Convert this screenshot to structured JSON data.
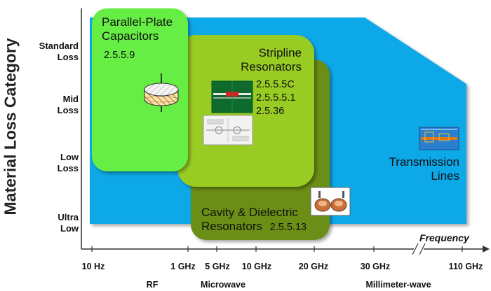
{
  "y_axis": {
    "title": "Material Loss Category",
    "categories": [
      "Standard Loss",
      "Mid Loss",
      "Low Loss",
      "Ultra Low"
    ],
    "category_lines": [
      [
        "Standard",
        "Loss"
      ],
      [
        "Mid",
        "Loss"
      ],
      [
        "Low",
        "Loss"
      ],
      [
        "Ultra",
        "Low"
      ]
    ]
  },
  "x_axis": {
    "title": "Frequency",
    "ticks": [
      "10 Hz",
      "1 GHz",
      "5 GHz",
      "10 GHz",
      "20 GHz",
      "30 GHz",
      "110 GHz"
    ],
    "bands": [
      "RF",
      "Microwave",
      "Millimeter-wave"
    ]
  },
  "regions": {
    "parallel_plate": {
      "title_lines": [
        "Parallel-Plate",
        "Capacitors"
      ],
      "codes": [
        "2.5.5.9"
      ],
      "color": "#66ee44",
      "icon": "capacitor-disk-icon"
    },
    "stripline": {
      "title_lines": [
        "Stripline",
        "Resonators"
      ],
      "codes": [
        "2.5.5.5C",
        "2.5.5.5.1",
        "2.5.36"
      ],
      "color": "#99cc22",
      "icon": "stripline-board-icon"
    },
    "cavity": {
      "title_lines": [
        "Cavity & Dielectric",
        "Resonators"
      ],
      "codes": [
        "2.5.5.13"
      ],
      "color": "#6a8e14",
      "icon": "cavity-resonator-icon"
    },
    "transmission_lines": {
      "title_lines": [
        "Transmission",
        "Lines"
      ],
      "color": "#11a8e8",
      "icon": "transmission-line-icon"
    }
  },
  "colors": {
    "background": "#ffffff",
    "axis": "#333333"
  }
}
